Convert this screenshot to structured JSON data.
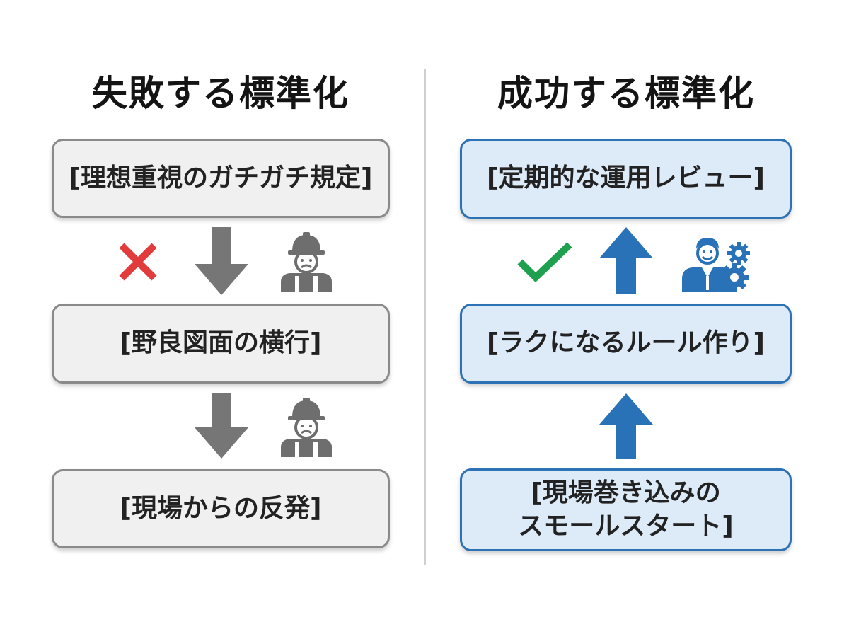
{
  "left": {
    "title": "失敗する標準化",
    "steps": [
      "[理想重視のガチガチ規定]",
      "[野良図面の横行]",
      "[現場からの反発]"
    ]
  },
  "right": {
    "title": "成功する標準化",
    "steps": [
      "[定期的な運用レビュー]",
      "[ラクになるルール作り]",
      "[現場巻き込みの\nスモールスタート]"
    ]
  },
  "colors": {
    "bad_fill": "#f0f0f0",
    "bad_border": "#8a8a8a",
    "bad_arrow": "#767676",
    "cross": "#e23b3b",
    "worker": "#6e6e6e",
    "good_fill": "#ddeaf7",
    "good_border": "#2d72b5",
    "good_arrow": "#2a72b8",
    "check": "#1fa04e"
  },
  "icons": [
    "cross-mark-icon",
    "down-arrow-icon",
    "sad-worker-icon",
    "check-mark-icon",
    "up-arrow-icon",
    "happy-worker-gears-icon"
  ]
}
